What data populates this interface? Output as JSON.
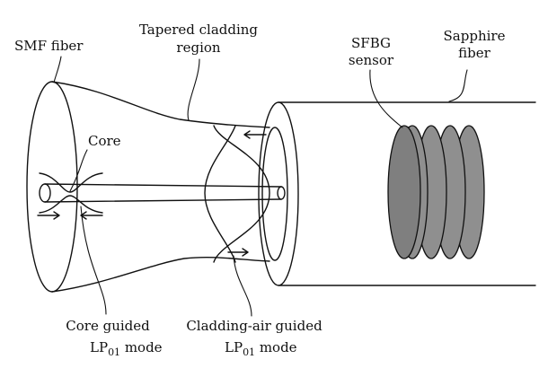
{
  "labels": {
    "smf_fiber": "SMF fiber",
    "tapered_line1": "Tapered cladding",
    "tapered_line2": "region",
    "sfbg_line1": "SFBG",
    "sfbg_line2": "sensor",
    "sapphire_line1": "Sapphire",
    "sapphire_line2": "fiber",
    "core": "Core",
    "core_guided_line1": "Core guided",
    "core_guided_lp": "LP",
    "core_guided_sub": "01",
    "core_guided_mode": " mode",
    "cladding_guided_line1": "Cladding-air guided",
    "cladding_guided_lp": "LP",
    "cladding_guided_sub": "01",
    "cladding_guided_mode": " mode"
  },
  "colors": {
    "line": "#111111",
    "grating_fill": "#8f8f8f",
    "background": "#ffffff"
  }
}
